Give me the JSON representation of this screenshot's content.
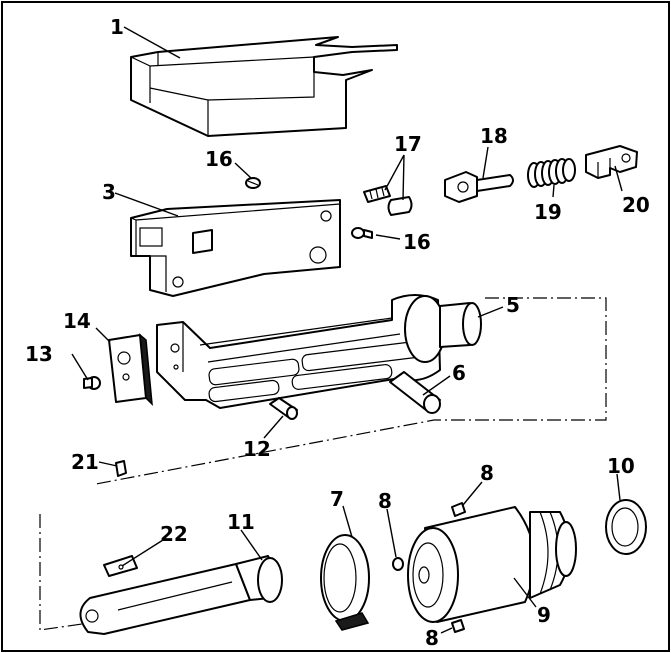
{
  "callouts": {
    "c1": "1",
    "c3": "3",
    "c5": "5",
    "c6": "6",
    "c7": "7",
    "c8a": "8",
    "c8b": "8",
    "c8c": "8",
    "c9": "9",
    "c10": "10",
    "c11": "11",
    "c12": "12",
    "c13": "13",
    "c14": "14",
    "c16a": "16",
    "c16b": "16",
    "c17": "17",
    "c18": "18",
    "c19": "19",
    "c20": "20",
    "c21": "21",
    "c22": "22"
  },
  "colors": {
    "line": "#000000",
    "background": "#ffffff"
  }
}
